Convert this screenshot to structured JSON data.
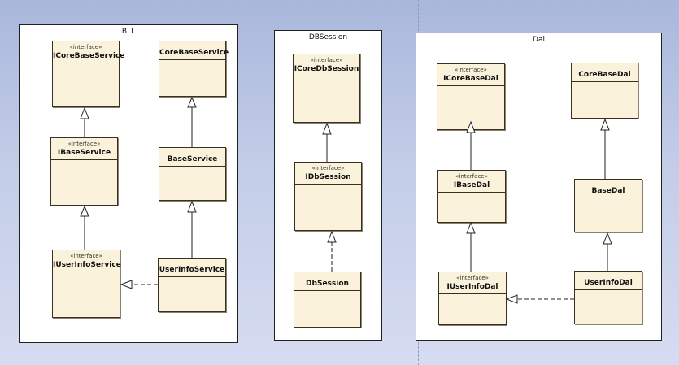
{
  "diagram": {
    "packages": [
      {
        "id": "bll",
        "title": "BLL"
      },
      {
        "id": "dbsession",
        "title": "DBSession"
      },
      {
        "id": "dal",
        "title": "Dal"
      }
    ],
    "classes": {
      "icorebaseservice": {
        "stereotype": "«interface»",
        "name": "ICoreBaseService"
      },
      "corebaseservice": {
        "stereotype": "",
        "name": "CoreBaseService"
      },
      "ibaseservice": {
        "stereotype": "«interface»",
        "name": "IBaseService"
      },
      "baseservice": {
        "stereotype": "",
        "name": "BaseService"
      },
      "iuserinfoservice": {
        "stereotype": "«interface»",
        "name": "IUserInfoService"
      },
      "userinfoservice": {
        "stereotype": "",
        "name": "UserInfoService"
      },
      "icoredbsession": {
        "stereotype": "«interface»",
        "name": "ICoreDbSession"
      },
      "idbsession": {
        "stereotype": "«interface»",
        "name": "IDbSession"
      },
      "dbsession": {
        "stereotype": "",
        "name": "DbSession"
      },
      "icorebasedal": {
        "stereotype": "«interface»",
        "name": "ICoreBaseDal"
      },
      "corebasedal": {
        "stereotype": "",
        "name": "CoreBaseDal"
      },
      "ibasedal": {
        "stereotype": "«interface»",
        "name": "IBaseDal"
      },
      "basedal": {
        "stereotype": "",
        "name": "BaseDal"
      },
      "iuserinfodal": {
        "stereotype": "«interface»",
        "name": "IUserInfoDal"
      },
      "userinfodal": {
        "stereotype": "",
        "name": "UserInfoDal"
      }
    },
    "relations": [
      {
        "from": "ibaseservice",
        "to": "icorebaseservice",
        "kind": "generalization"
      },
      {
        "from": "iuserinfoservice",
        "to": "ibaseservice",
        "kind": "generalization"
      },
      {
        "from": "baseservice",
        "to": "corebaseservice",
        "kind": "generalization"
      },
      {
        "from": "userinfoservice",
        "to": "baseservice",
        "kind": "generalization"
      },
      {
        "from": "userinfoservice",
        "to": "iuserinfoservice",
        "kind": "realization"
      },
      {
        "from": "idbsession",
        "to": "icoredbsession",
        "kind": "generalization"
      },
      {
        "from": "dbsession",
        "to": "idbsession",
        "kind": "realization"
      },
      {
        "from": "ibasedal",
        "to": "icorebasedal",
        "kind": "generalization"
      },
      {
        "from": "iuserinfodal",
        "to": "ibasedal",
        "kind": "generalization"
      },
      {
        "from": "basedal",
        "to": "corebasedal",
        "kind": "generalization"
      },
      {
        "from": "userinfodal",
        "to": "basedal",
        "kind": "generalization"
      },
      {
        "from": "userinfodal",
        "to": "iuserinfodal",
        "kind": "realization"
      }
    ],
    "colors": {
      "class_fill": "#fbf2dc",
      "class_border": "#3a3020",
      "package_fill": "#ffffff",
      "background": "#b8c4e4"
    }
  }
}
